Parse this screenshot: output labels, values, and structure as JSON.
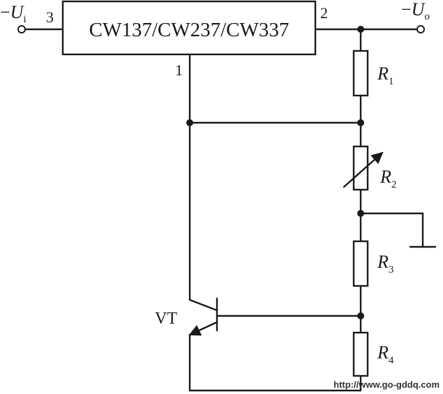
{
  "ic": {
    "part": "CW137/CW237/CW337",
    "pin_in": "3",
    "pin_out": "2",
    "pin_adj": "1"
  },
  "input": {
    "sign": "−",
    "symbol": "U",
    "sub": "i"
  },
  "output": {
    "sign": "−",
    "symbol": "U",
    "sub": "o"
  },
  "resistors": [
    {
      "symbol": "R",
      "sub": "1"
    },
    {
      "symbol": "R",
      "sub": "2"
    },
    {
      "symbol": "R",
      "sub": "3"
    },
    {
      "symbol": "R",
      "sub": "4"
    }
  ],
  "transistor": {
    "label": "VT"
  },
  "watermark": "http://www.go-gddq.com"
}
